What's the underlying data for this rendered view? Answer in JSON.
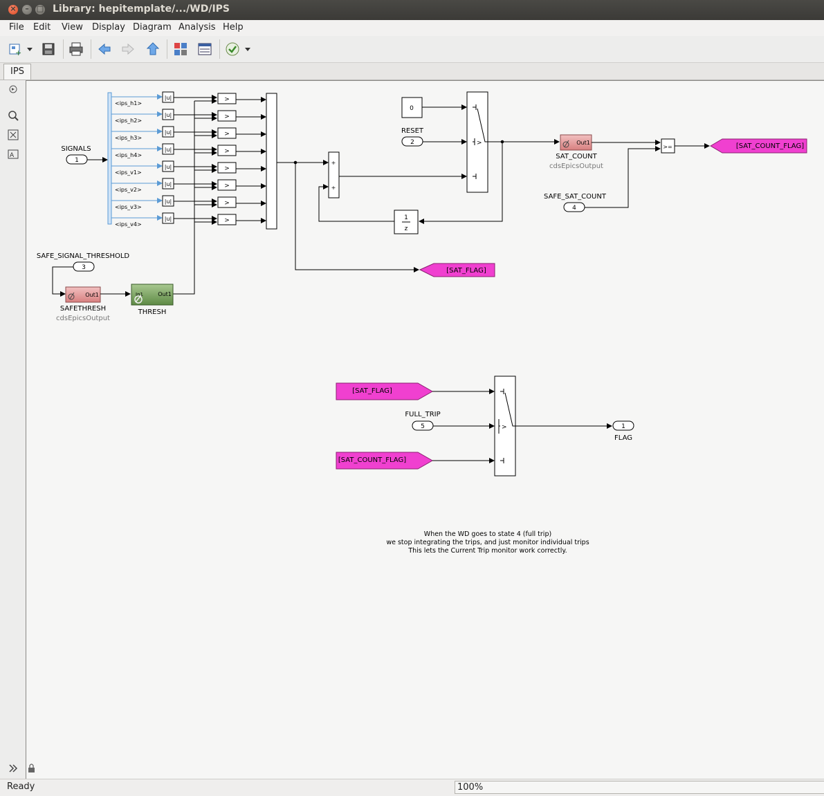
{
  "window": {
    "title": "Library: hepitemplate/.../WD/IPS"
  },
  "menu": [
    {
      "label": "File"
    },
    {
      "label": "Edit"
    },
    {
      "label": "View"
    },
    {
      "label": "Display"
    },
    {
      "label": "Diagram"
    },
    {
      "label": "Analysis"
    },
    {
      "label": "Help"
    }
  ],
  "tabs": [
    {
      "label": "IPS"
    }
  ],
  "diagram": {
    "signals_inport": {
      "label": "SIGNALS",
      "number": "1"
    },
    "bus_signals": [
      "<ips_h1>",
      "<ips_h2>",
      "<ips_h3>",
      "<ips_h4>",
      "<ips_v1>",
      "<ips_v2>",
      "<ips_v3>",
      "<ips_v4>"
    ],
    "abs_label": "|u|",
    "compare_label": ">",
    "sum_sign": "+",
    "threshold_inport": {
      "label": "SAFE_SIGNAL_THRESHOLD",
      "number": "3"
    },
    "safethresh_block": {
      "port": "Out1",
      "name": "SAFETHRESH",
      "type": "cdsEpicsOutput"
    },
    "thresh_block": {
      "in_port": "In1",
      "port": "Out1",
      "name": "THRESH"
    },
    "constant_block": {
      "value": "0"
    },
    "reset_inport": {
      "label": "RESET",
      "number": "2"
    },
    "switch_label": ">",
    "delay_block": {
      "num": "1",
      "den": "z"
    },
    "sat_count_block": {
      "port": "Out1",
      "name": "SAT_COUNT",
      "type": "cdsEpicsOutput"
    },
    "safe_sat_count_inport": {
      "label": "SAFE_SAT_COUNT",
      "number": "4"
    },
    "ge_label": ">=",
    "goto_sat_count_flag": "[SAT_COUNT_FLAG]",
    "goto_sat_flag": "[SAT_FLAG]",
    "from_sat_flag": "[SAT_FLAG]",
    "full_trip_inport": {
      "label": "FULL_TRIP",
      "number": "5"
    },
    "from_sat_count_flag": "[SAT_COUNT_FLAG]",
    "flag_outport": {
      "label": "FLAG",
      "number": "1"
    },
    "annotation": [
      "When the WD goes to state 4 (full trip)",
      "we stop integrating the trips, and just monitor individual trips",
      "This lets the Current Trip monitor work correctly."
    ]
  },
  "status": {
    "text": "Ready",
    "zoom": "100%"
  },
  "colors": {
    "goto_tag": "#f040d0",
    "epics_block": "#e8a0a0",
    "thresh_block": "#7fa35f"
  }
}
